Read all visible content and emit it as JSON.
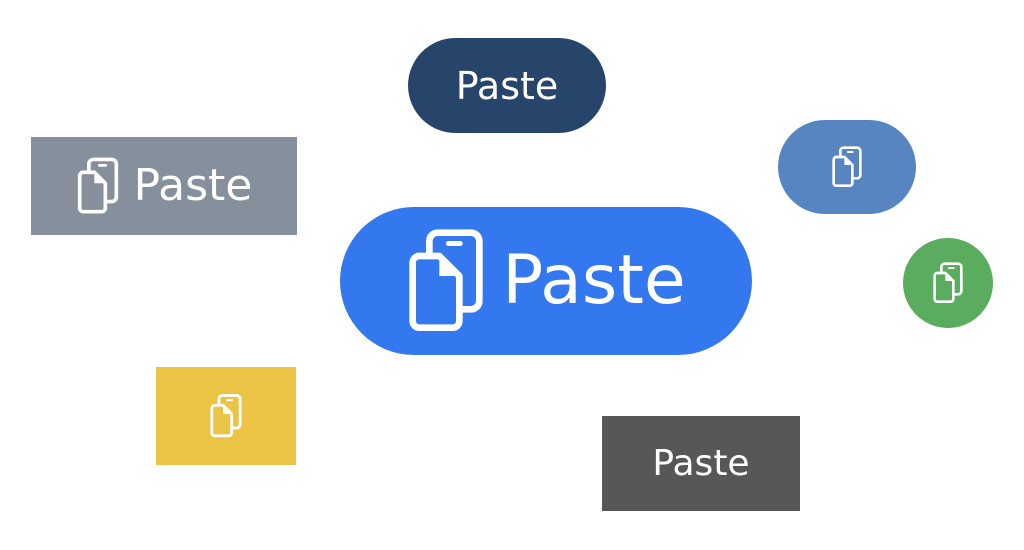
{
  "buttons": {
    "dark_pill": {
      "label": "Paste",
      "color": "#27456b",
      "has_icon": false,
      "shape": "pill"
    },
    "gray_rect": {
      "label": "Paste",
      "color": "#868f9c",
      "has_icon": true,
      "icon": "clipboard-paste-icon",
      "shape": "rectangle"
    },
    "main_pill": {
      "label": "Paste",
      "color": "#3478f0",
      "has_icon": true,
      "icon": "clipboard-paste-icon",
      "shape": "pill"
    },
    "steel_pill": {
      "color": "#5685c1",
      "has_icon": true,
      "icon": "clipboard-paste-icon",
      "shape": "pill"
    },
    "green_circle": {
      "color": "#5aad5e",
      "has_icon": true,
      "icon": "clipboard-paste-icon",
      "shape": "circle"
    },
    "yellow_rect": {
      "color": "#ebc445",
      "has_icon": true,
      "icon": "clipboard-paste-icon",
      "shape": "rectangle"
    },
    "charcoal_rect": {
      "label": "Paste",
      "color": "#565857",
      "has_icon": false,
      "shape": "rectangle"
    }
  }
}
